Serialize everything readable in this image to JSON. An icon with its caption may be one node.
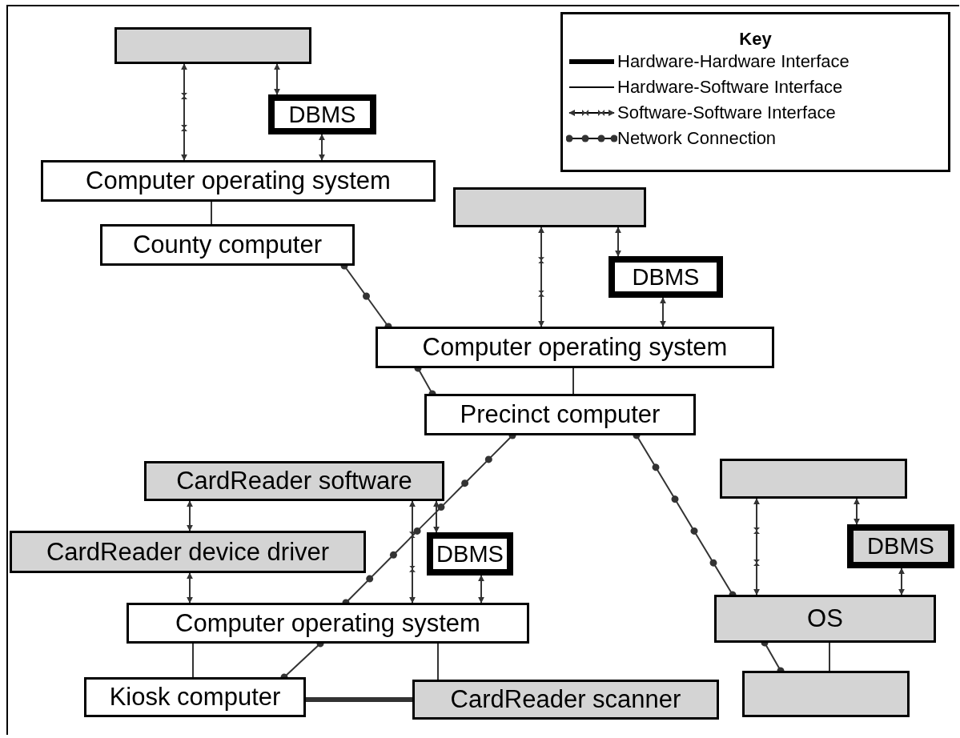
{
  "diagram": {
    "nodes": [
      {
        "text": [],
        "shape": "box"
      },
      {
        "text": [
          "DBMS"
        ]
      },
      {
        "text": [
          "Computer operating system"
        ]
      },
      {
        "text": [
          "County computer"
        ]
      },
      {
        "text": [],
        "shape": "box"
      },
      {
        "text": [
          "DBMS"
        ]
      },
      {
        "text": [
          "Computer operating system"
        ]
      },
      {
        "text": [
          "Precinct computer"
        ]
      },
      {
        "text": [
          "CardReader software"
        ]
      },
      {
        "text": [
          "CardReader device driver"
        ]
      },
      {
        "text": [
          "DBMS"
        ]
      },
      {
        "text": [
          "Computer operating system"
        ]
      },
      {
        "text": [
          "Kiosk computer"
        ]
      },
      {
        "text": [
          "CardReader scanner"
        ]
      },
      {
        "text": [],
        "shape": "box"
      },
      {
        "text": [
          "DBMS"
        ]
      },
      {
        "text": [
          "OS"
        ]
      },
      {
        "text": [],
        "shape": "box"
      }
    ],
    "edges": [
      {
        "from": 0,
        "to": 2,
        "arrow": "both"
      },
      {
        "from": 0,
        "to": 1,
        "arrow": "both"
      },
      {
        "from": 1,
        "to": 2,
        "arrow": "both"
      },
      {
        "from": 2,
        "to": 3,
        "arrow": "none"
      },
      {
        "from": 3,
        "to": 6,
        "arrow": "other"
      },
      {
        "from": 4,
        "to": 6,
        "arrow": "both"
      },
      {
        "from": 4,
        "to": 5,
        "arrow": "both"
      },
      {
        "from": 5,
        "to": 6,
        "arrow": "both"
      },
      {
        "from": 6,
        "to": 7,
        "arrow": "other"
      },
      {
        "from": 6,
        "to": 7,
        "arrow": "none"
      },
      {
        "from": 7,
        "to": 11,
        "arrow": "other"
      },
      {
        "from": 11,
        "to": 12,
        "arrow": "other"
      },
      {
        "from": 7,
        "to": 16,
        "arrow": "other"
      },
      {
        "from": 16,
        "to": 17,
        "arrow": "other"
      },
      {
        "from": 16,
        "to": 17,
        "arrow": "none"
      },
      {
        "from": 8,
        "to": 9,
        "arrow": "both"
      },
      {
        "from": 9,
        "to": 11,
        "arrow": "both"
      },
      {
        "from": 8,
        "to": 11,
        "arrow": "both"
      },
      {
        "from": 8,
        "to": 10,
        "arrow": "both"
      },
      {
        "from": 10,
        "to": 11,
        "arrow": "both"
      },
      {
        "from": 11,
        "to": 12,
        "arrow": "none"
      },
      {
        "from": 11,
        "to": 13,
        "arrow": "none"
      },
      {
        "from": 12,
        "to": 13,
        "arrow": "none",
        "style": "thick"
      },
      {
        "from": 14,
        "to": 16,
        "arrow": "both"
      },
      {
        "from": 14,
        "to": 15,
        "arrow": "both"
      },
      {
        "from": 15,
        "to": 16,
        "arrow": "both"
      }
    ],
    "labels": [
      "Key"
    ],
    "legend": [
      {
        "text": "Hardware-Hardware Interface"
      },
      {
        "text": "Hardware-Software Interface"
      },
      {
        "text": "Software-Software Interface"
      },
      {
        "text": "Network Connection"
      }
    ]
  }
}
